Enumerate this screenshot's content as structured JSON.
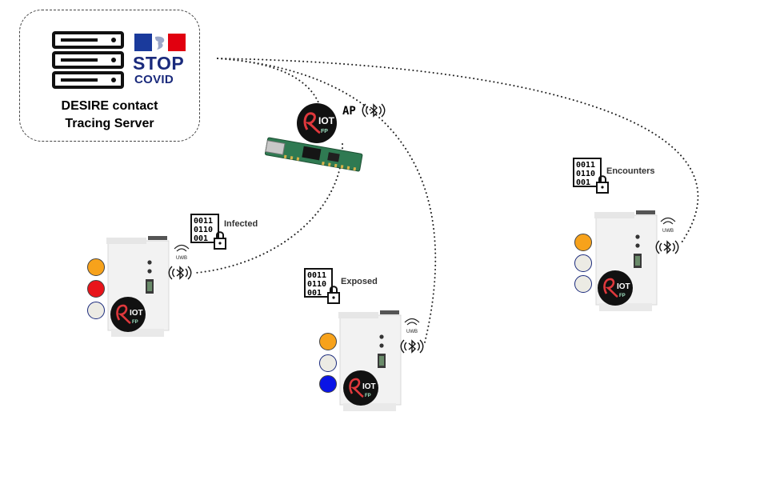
{
  "server": {
    "caption_line1": "DESIRE contact",
    "caption_line2": "Tracing Server",
    "logo_top": "STOP",
    "logo_bottom": "COVID"
  },
  "access_point": {
    "label": "AP",
    "logo_text": "IOT",
    "logo_sub": "FP"
  },
  "devices": [
    {
      "name": "infected-device",
      "status_label": "Infected",
      "uwb_label": "UWB",
      "leds": [
        "#f7a21b",
        "#e8141a",
        "#ecebe4"
      ],
      "logo_text": "IOT",
      "logo_sub": "FP"
    },
    {
      "name": "exposed-device",
      "status_label": "Exposed",
      "uwb_label": "UWB",
      "leds": [
        "#f7a21b",
        "#ecebe4",
        "#0a14e6"
      ],
      "logo_text": "IOT",
      "logo_sub": "FP"
    },
    {
      "name": "encounters-device",
      "status_label": "Encounters",
      "uwb_label": "UWB",
      "leds": [
        "#f7a21b",
        "#ecebe4",
        "#ecebe4"
      ],
      "logo_text": "IOT",
      "logo_sub": "FP"
    }
  ],
  "binary_icon": {
    "line1": "0011",
    "line2": "0110",
    "line3": "001"
  },
  "colors": {
    "navy": "#1a2a7c",
    "flag_blue": "#1a3a9c",
    "flag_red": "#e1000f",
    "riot_red": "#e0383c"
  }
}
